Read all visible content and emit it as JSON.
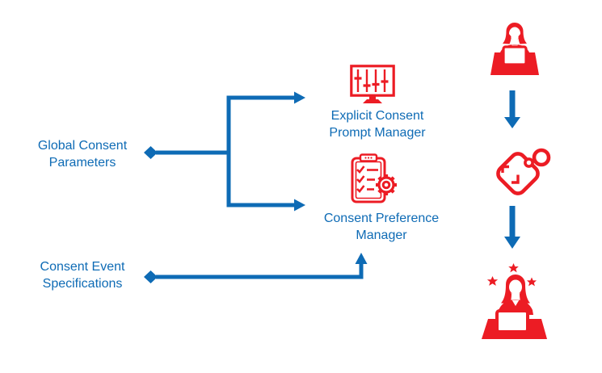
{
  "colors": {
    "blue": "#0e6bb5",
    "red": "#ec1c24",
    "background": "#ffffff"
  },
  "left_inputs": [
    {
      "name": "global-consent-parameters",
      "lines": [
        "Global Consent",
        "Parameters"
      ]
    },
    {
      "name": "consent-event-specifications",
      "lines": [
        "Consent Event",
        "Specifications"
      ]
    }
  ],
  "managers": [
    {
      "name": "explicit-consent-prompt-manager",
      "icon": "settings-sliders-monitor-icon",
      "lines": [
        "Explicit Consent",
        "Prompt Manager"
      ]
    },
    {
      "name": "consent-preference-manager",
      "icon": "checklist-gear-icon",
      "lines": [
        "Consent Preference",
        "Manager"
      ]
    }
  ],
  "right_flow": [
    {
      "icon": "user-at-laptop-icon"
    },
    {
      "icon": "price-tag-icon"
    },
    {
      "icon": "delighted-user-at-laptop-icon"
    }
  ]
}
